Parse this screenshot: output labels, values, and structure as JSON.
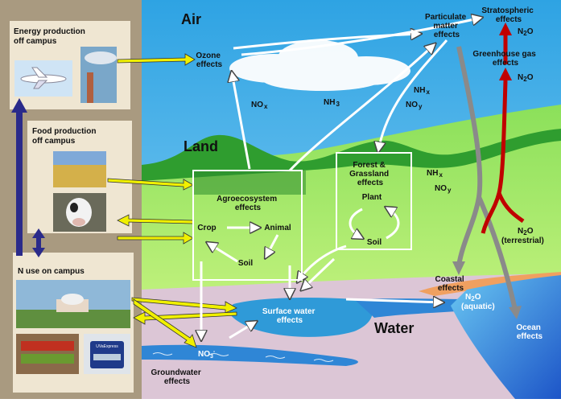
{
  "regions": {
    "air": "Air",
    "land": "Land",
    "water": "Water"
  },
  "panels": {
    "energy": "Energy production off campus",
    "energy_lines": [
      "Energy production",
      "off campus"
    ],
    "food_lines": [
      "Food production",
      "off campus"
    ],
    "campus": "N use on campus",
    "bus_sign": "UVaExpress"
  },
  "effects": {
    "ozone": [
      "Ozone",
      "effects"
    ],
    "particulate": [
      "Particulate",
      "matter",
      "effects"
    ],
    "stratospheric": [
      "Stratospheric",
      "effects"
    ],
    "greenhouse": [
      "Greenhouse gas",
      "effects"
    ],
    "agro": [
      "Agroecosystem",
      "effects"
    ],
    "forest": [
      "Forest &",
      "Grassland",
      "effects"
    ],
    "coastal": [
      "Coastal",
      "effects"
    ],
    "surface": [
      "Surface water",
      "effects"
    ],
    "ocean": [
      "Ocean",
      "effects"
    ],
    "groundwater": [
      "Groundwater",
      "effects"
    ]
  },
  "nodes": {
    "crop": "Crop",
    "animal": "Animal",
    "soil_agro": "Soil",
    "plant": "Plant",
    "soil_forest": "Soil"
  },
  "species": {
    "nox": "NO",
    "nox_sub": "x",
    "nh3": "NH",
    "nh3_sub": "3",
    "nhx": "NH",
    "nhx_sub": "x",
    "noy": "NO",
    "noy_sub": "y",
    "n2o": "N",
    "n2o_sub": "2",
    "n2o_tail": "O",
    "no3": "NO",
    "no3_sub": "3",
    "no3_sup": "-",
    "terrestrial": "(terrestrial)",
    "aquatic": "(aquatic)"
  },
  "colors": {
    "sky": "#3fb0e8",
    "land": "#7fd84a",
    "hills": "#2e9e2e",
    "water": "#2f86d6",
    "soil": "#dcc6d6",
    "panel": "#efe6d2",
    "frame": "#a99a80",
    "yellow_arrow": "#f0f000",
    "n2o_arrow": "#c00000",
    "gray_arrow": "#8a8a8a",
    "campus_arrow": "#2a2a8a"
  }
}
